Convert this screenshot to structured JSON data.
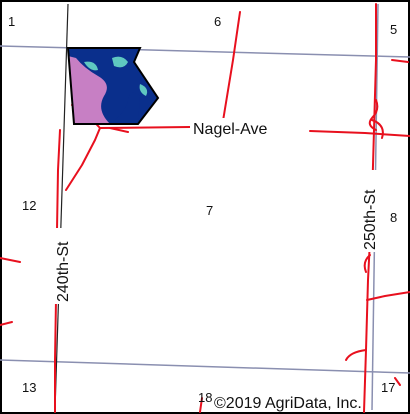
{
  "map": {
    "sections": {
      "s1": "1",
      "s6": "6",
      "s5": "5",
      "s12": "12",
      "s7": "7",
      "s8": "8",
      "s13": "13",
      "s18": "18",
      "s17": "17"
    },
    "roads": {
      "nagel": "Nagel-Ave",
      "st240": "240th-St",
      "st250": "250th-St"
    },
    "copyright": "©2019 AgriData, Inc.",
    "colors": {
      "road": "#e8101e",
      "section_line": "#8a8fb0",
      "border": "#000000",
      "soil_dark_blue": "#0a2f8c",
      "soil_pink": "#c77fc4",
      "soil_teal": "#5fc8c0",
      "field_outline": "#000000"
    }
  }
}
